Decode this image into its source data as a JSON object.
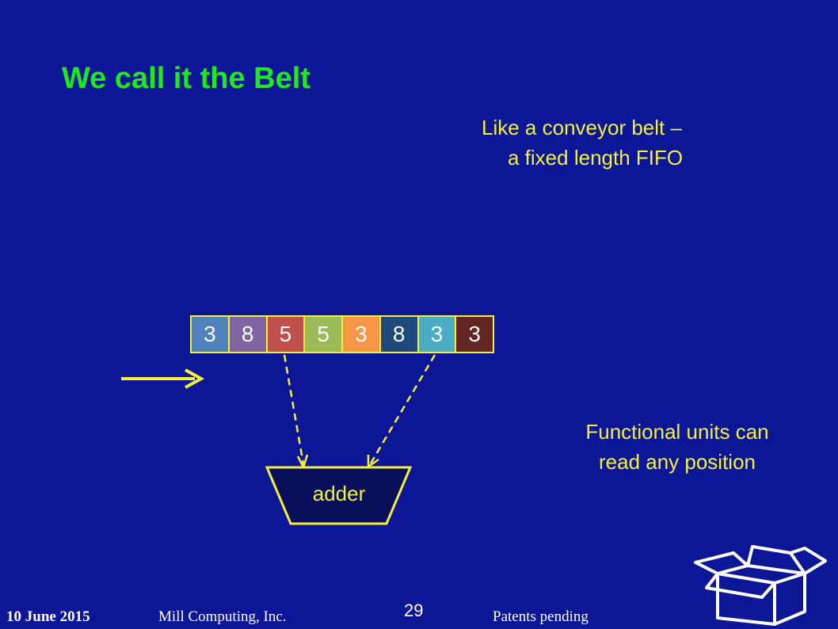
{
  "slide": {
    "title": "We call it the Belt",
    "caption_top_line1": "Like a conveyor belt –",
    "caption_top_line2": "a fixed length FIFO",
    "caption_right_line1": "Functional units can",
    "caption_right_line2": "read any position",
    "page_number": "29"
  },
  "belt": {
    "cells": [
      {
        "value": "3",
        "color": "#4f81bd"
      },
      {
        "value": "8",
        "color": "#8064a2"
      },
      {
        "value": "5",
        "color": "#c0504d"
      },
      {
        "value": "5",
        "color": "#9bbb59"
      },
      {
        "value": "3",
        "color": "#f79646"
      },
      {
        "value": "8",
        "color": "#1f497d"
      },
      {
        "value": "3",
        "color": "#4bacc6"
      },
      {
        "value": "3",
        "color": "#632523"
      }
    ]
  },
  "adder": {
    "label": "adder",
    "fill": "#0a0f5c",
    "reads_from_positions": [
      3,
      7
    ]
  },
  "arrow": {
    "icon": "right-arrow-icon",
    "color": "#f2f23a"
  },
  "footer": {
    "date": "10 June 2015",
    "company": "Mill Computing, Inc.",
    "patents": "Patents pending"
  },
  "logo": {
    "icon": "open-box-logo-icon"
  }
}
